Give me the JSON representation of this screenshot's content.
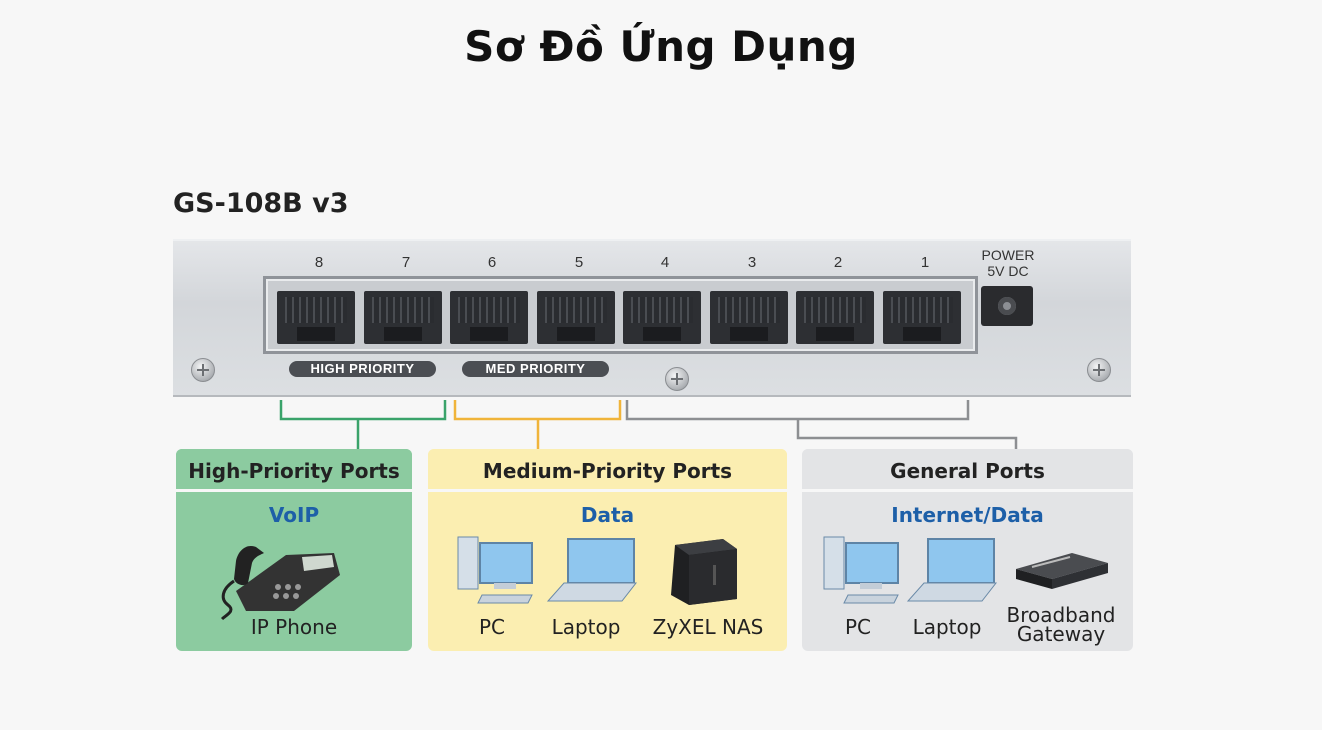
{
  "page": {
    "title": "Sơ Đồ Ứng Dụng"
  },
  "device": {
    "model": "GS-108B v3",
    "ports": [
      "8",
      "7",
      "6",
      "5",
      "4",
      "3",
      "2",
      "1"
    ],
    "power_label_line1": "POWER",
    "power_label_line2": "5V DC",
    "high_priority_label": "HIGH PRIORITY",
    "med_priority_label": "MED PRIORITY"
  },
  "groups": {
    "high": {
      "title": "High-Priority Ports",
      "subtitle": "VoIP",
      "color": "#8ccba0",
      "devices": [
        "IP Phone"
      ]
    },
    "medium": {
      "title": "Medium-Priority Ports",
      "subtitle": "Data",
      "color": "#fbeeb1",
      "devices": [
        "PC",
        "Laptop",
        "ZyXEL NAS"
      ]
    },
    "general": {
      "title": "General Ports",
      "subtitle": "Internet/Data",
      "color": "#e3e4e6",
      "devices": [
        "PC",
        "Laptop",
        "Broadband\nGateway"
      ]
    }
  },
  "line_colors": {
    "high": "#3aa36a",
    "medium": "#f0b43a",
    "general": "#8d8f92"
  },
  "icons": [
    "ip-phone-icon",
    "pc-icon",
    "laptop-icon",
    "nas-icon",
    "gateway-icon",
    "screw-icon",
    "power-jack-icon",
    "ethernet-port-icon"
  ]
}
